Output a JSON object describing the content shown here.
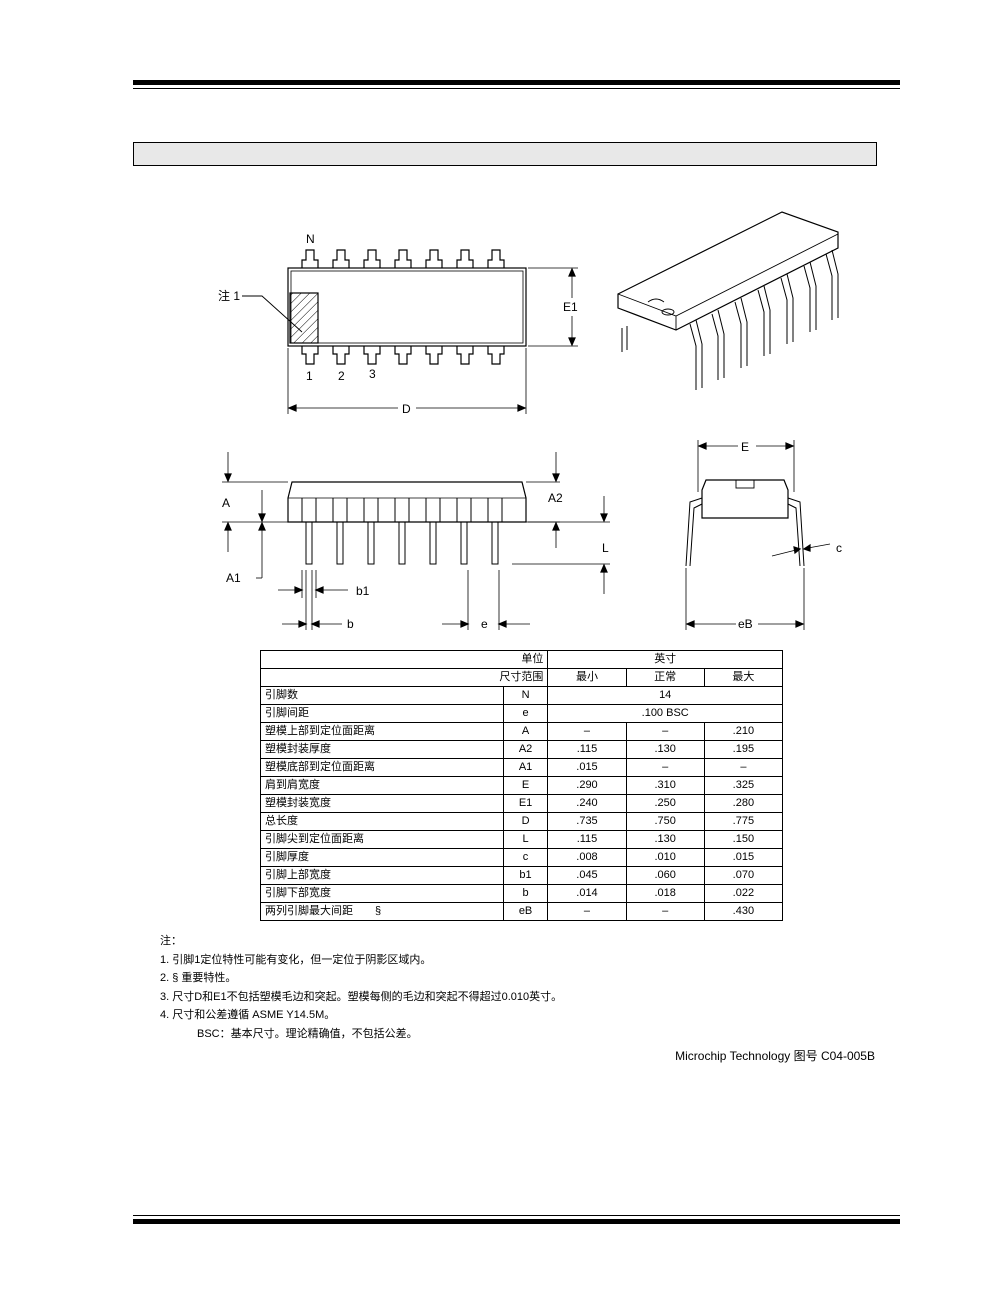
{
  "diagram": {
    "labels": {
      "N": "N",
      "note1": "注 1",
      "pin1": "1",
      "pin2": "2",
      "pin3": "3",
      "E1": "E1",
      "D": "D",
      "A": "A",
      "A2": "A2",
      "A1": "A1",
      "L": "L",
      "b1": "b1",
      "b": "b",
      "e": "e",
      "E": "E",
      "c": "c",
      "eB": "eB"
    }
  },
  "table": {
    "header1": {
      "unit_label": "单位",
      "unit_value": "英寸"
    },
    "header2": {
      "range_label": "尺寸范围",
      "min": "最小",
      "nom": "正常",
      "max": "最大"
    },
    "rows": [
      {
        "desc": "引脚数",
        "sym": "N",
        "merged": "14"
      },
      {
        "desc": "引脚间距",
        "sym": "e",
        "merged": ".100 BSC"
      },
      {
        "desc": "塑模上部到定位面距离",
        "sym": "A",
        "min": "–",
        "nom": "–",
        "max": ".210"
      },
      {
        "desc": "塑模封装厚度",
        "sym": "A2",
        "min": ".115",
        "nom": ".130",
        "max": ".195"
      },
      {
        "desc": "塑模底部到定位面距离",
        "sym": "A1",
        "min": ".015",
        "nom": "–",
        "max": "–"
      },
      {
        "desc": "肩到肩宽度",
        "sym": "E",
        "min": ".290",
        "nom": ".310",
        "max": ".325"
      },
      {
        "desc": "塑模封装宽度",
        "sym": "E1",
        "min": ".240",
        "nom": ".250",
        "max": ".280"
      },
      {
        "desc": "总长度",
        "sym": "D",
        "min": ".735",
        "nom": ".750",
        "max": ".775"
      },
      {
        "desc": "引脚尖到定位面距离",
        "sym": "L",
        "min": ".115",
        "nom": ".130",
        "max": ".150"
      },
      {
        "desc": "引脚厚度",
        "sym": "c",
        "min": ".008",
        "nom": ".010",
        "max": ".015"
      },
      {
        "desc": "引脚上部宽度",
        "sym": "b1",
        "min": ".045",
        "nom": ".060",
        "max": ".070"
      },
      {
        "desc": "引脚下部宽度",
        "sym": "b",
        "min": ".014",
        "nom": ".018",
        "max": ".022"
      },
      {
        "desc": "两列引脚最大间距　　§",
        "sym": "eB",
        "min": "–",
        "nom": "–",
        "max": ".430"
      }
    ]
  },
  "notes": {
    "heading": "注：",
    "items": [
      "1.  引脚1定位特性可能有变化，但一定位于阴影区域内。",
      "2.  § 重要特性。",
      "3.  尺寸D和E1不包括塑模毛边和突起。塑模每侧的毛边和突起不得超过0.010英寸。",
      "4.  尺寸和公差遵循 ASME Y14.5M。"
    ],
    "bsc": "BSC：基本尺寸。理论精确值，不包括公差。"
  },
  "drawing_number": "Microchip Technology 图号  C04-005B"
}
